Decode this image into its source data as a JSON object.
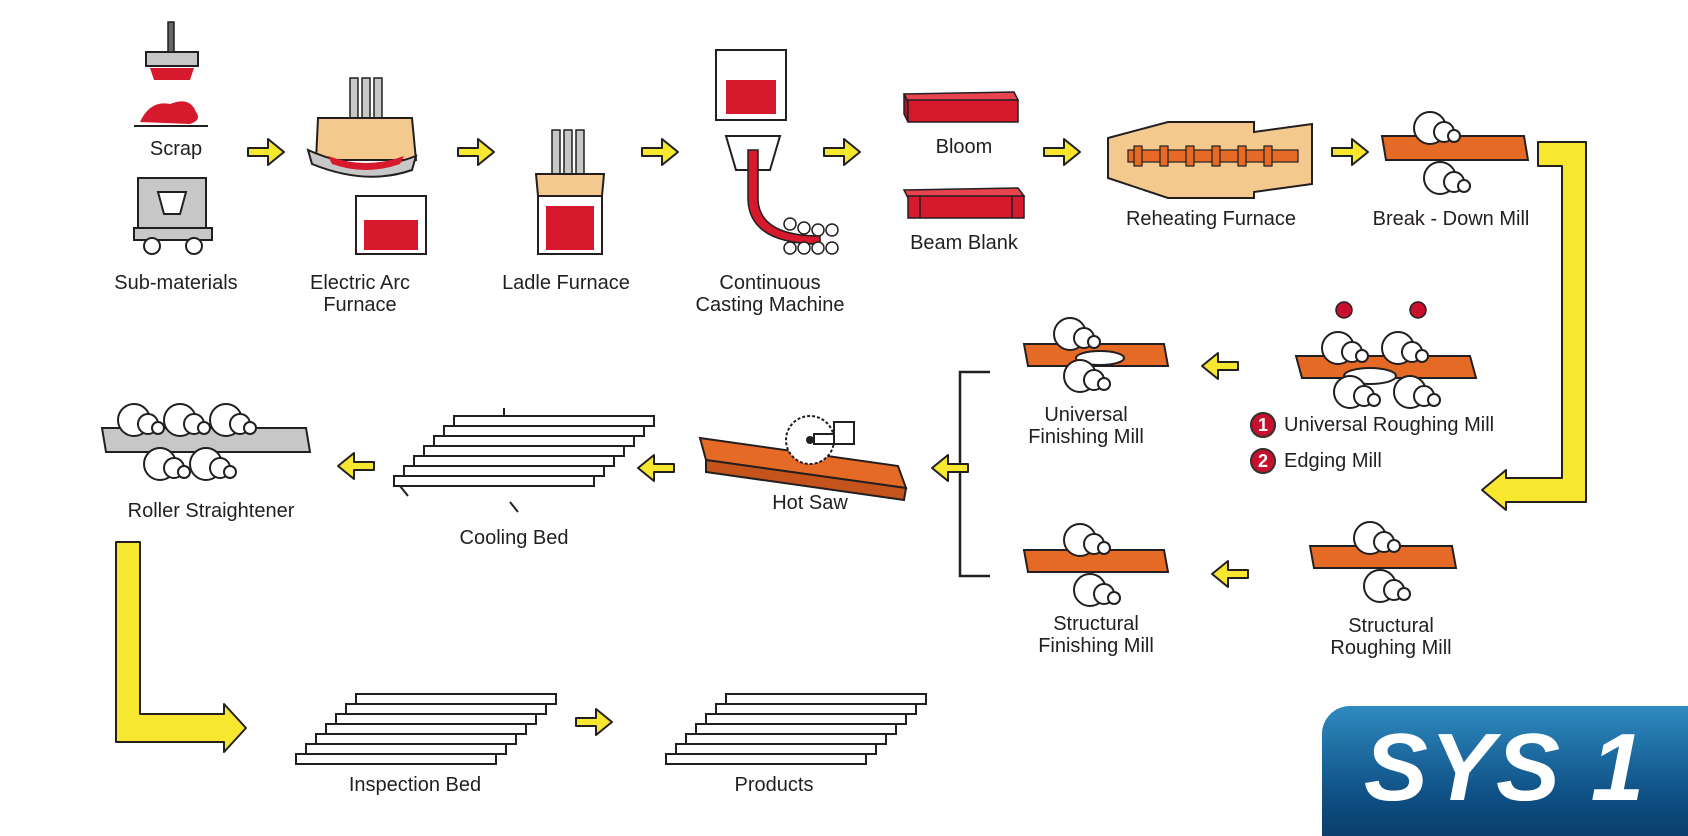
{
  "labels": {
    "scrap": "Scrap",
    "sub_materials": "Sub-materials",
    "electric_arc": "Electric Arc\nFurnace",
    "ladle": "Ladle Furnace",
    "casting": "Continuous\nCasting Machine",
    "bloom": "Bloom",
    "beam_blank": "Beam Blank",
    "reheating": "Reheating Furnace",
    "breakdown": "Break - Down Mill",
    "universal_finishing": "Universal\nFinishing Mill",
    "structural_finishing": "Structural\nFinishing Mill",
    "structural_roughing": "Structural\nRoughing Mill",
    "hot_saw": "Hot Saw",
    "cooling_bed": "Cooling Bed",
    "roller_straightener": "Roller Straightener",
    "inspection_bed": "Inspection Bed",
    "products": "Products"
  },
  "legend": [
    {
      "num": "1",
      "label": "Universal Roughing Mill"
    },
    {
      "num": "2",
      "label": "Edging Mill"
    }
  ],
  "sys_badge": "SYS 1",
  "colors": {
    "arrow": "#f7e82f",
    "molten": "#d7192d",
    "steel": "#e56a25",
    "furnace": "#f4c98e",
    "machine": "#c7c7c7",
    "outline": "#231f20",
    "badge_top": "#2e8ac0",
    "badge_bottom": "#0b3f6d"
  }
}
